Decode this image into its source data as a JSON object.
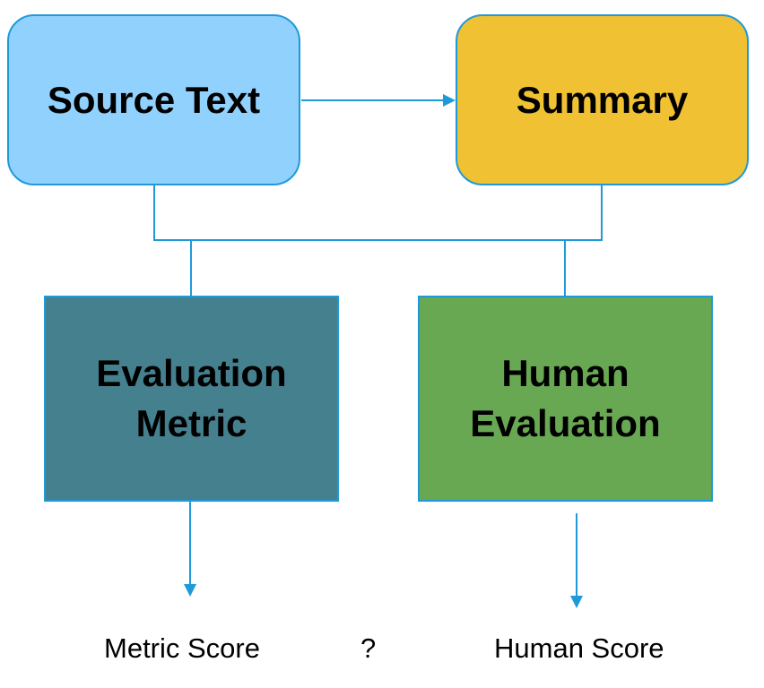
{
  "nodes": {
    "source_text": "Source Text",
    "summary": "Summary",
    "evaluation_metric": [
      "Evaluation",
      "Metric"
    ],
    "human_evaluation": [
      "Human",
      "Evaluation"
    ]
  },
  "outputs": {
    "metric_score": "Metric Score",
    "relation": "?",
    "human_score": "Human Score"
  },
  "colors": {
    "source_text_fill": "#91d1fd",
    "summary_fill": "#f0c132",
    "evaluation_metric_fill": "#45808f",
    "human_evaluation_fill": "#69a852",
    "connector": "#1e9ad9"
  }
}
